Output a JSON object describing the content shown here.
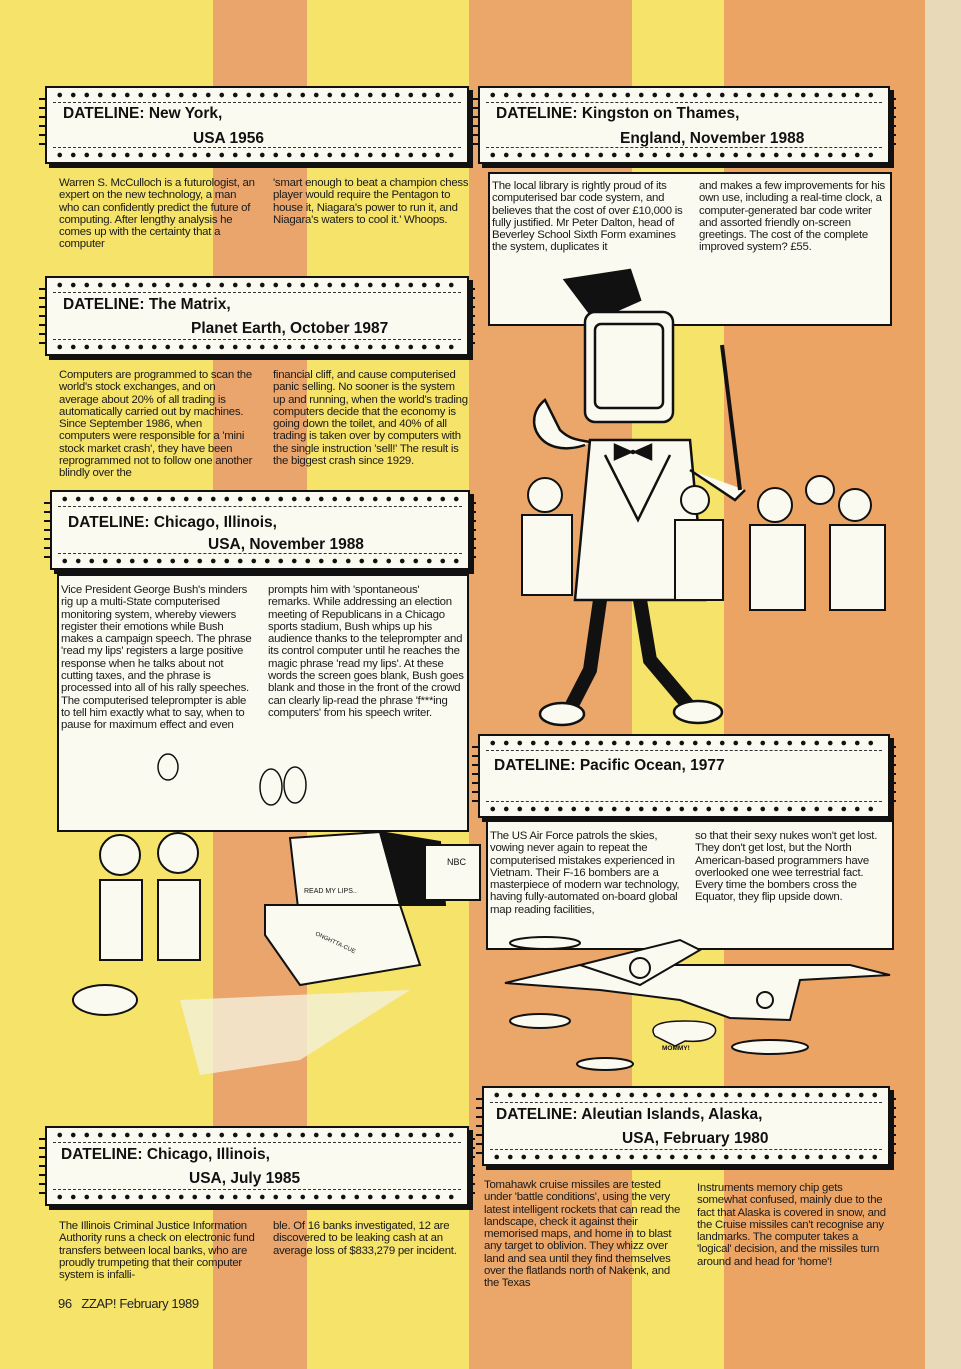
{
  "articles": [
    {
      "id": "new-york",
      "dateline_1": "DATELINE: New York,",
      "dateline_2": "USA 1956",
      "col1": "Warren S. McCulloch is a futurologist, an expert on the new technology, a man who can confidently predict the future of computing. After lengthy analysis he comes up with the certainty that a computer",
      "col2": "'smart enough to beat a champion chess player would require the Pentagon to house it, Niagara's power to run it, and Niagara's waters to cool it.' Whoops."
    },
    {
      "id": "kingston",
      "dateline_1": "DATELINE: Kingston on Thames,",
      "dateline_2": "England, November 1988",
      "col1": "The local library is rightly proud of its computerised bar code system, and believes that the cost of over £10,000 is fully justified. Mr Peter Dalton, head of Beverley School Sixth Form examines the system, duplicates it",
      "col2": "and makes a few improvements for his own use, including a real-time clock, a computer-generated bar code writer and assorted friendly on-screen greetings. The cost of the complete improved system? £55."
    },
    {
      "id": "matrix",
      "dateline_1": "DATELINE: The Matrix,",
      "dateline_2": "Planet Earth, October 1987",
      "col1": "Computers are programmed to scan the world's stock exchanges, and on average about 20% of all trading is automatically carried out by machines. Since September 1986, when computers were responsible for a 'mini stock market crash', they have been reprogrammed not to follow one another blindly over the",
      "col2": "financial cliff, and cause computerised panic selling. No sooner is the system up and running, when the world's trading computers decide that the economy is going down the toilet, and 40% of all trading is taken over by computers with the single instruction 'sell!' The result is the biggest crash since 1929."
    },
    {
      "id": "chicago-1988",
      "dateline_1": "DATELINE: Chicago, Illinois,",
      "dateline_2": "USA, November 1988",
      "col1": "Vice President George Bush's minders rig up a multi-State computerised monitoring system, whereby viewers register their emotions while Bush makes a campaign speech. The phrase 'read my lips' registers a large positive response when he talks about not cutting taxes, and the phrase is processed into all of his rally speeches. The computerised teleprompter is able to tell him exactly what to say, when to pause for maximum effect and even",
      "col2": "prompts him with 'spontaneous' remarks. While addressing an election meeting of Republicans in a Chicago sports stadium, Bush whips up his audience thanks to the teleprompter and its control computer until he reaches the magic phrase 'read my lips'. At these words the screen goes blank, Bush goes blank and those in the front of the crowd can clearly lip-read the phrase 'f***ing computers' from his speech writer."
    },
    {
      "id": "pacific",
      "dateline_1": "DATELINE: Pacific Ocean, 1977",
      "dateline_2": "",
      "col1": "The US Air Force patrols the skies, vowing never again to repeat the computerised mistakes experienced in Vietnam. Their F-16 bombers are a masterpiece of modern war technology, having fully-automated on-board global map reading facilities,",
      "col2": "so that their sexy nukes won't get lost. They don't get lost, but the North American-based programmers have overlooked one wee terrestrial fact. Every time the bombers cross the Equator, they flip upside down."
    },
    {
      "id": "aleutian",
      "dateline_1": "DATELINE: Aleutian Islands, Alaska,",
      "dateline_2": "USA, February 1980",
      "col1": "Tomahawk cruise missiles are tested under 'battle conditions', using the very latest intelligent rockets that can read the landscape, check it against their memorised maps, and home in to blast any target to oblivion. They whizz over land and sea until they find themselves over the flatlands north of Nakenk, and the Texas",
      "col2": "Instruments memory chip gets somewhat confused, mainly due to the fact that Alaska is covered in snow, and the Cruise missiles can't recognise any landmarks. The computer takes a 'logical' decision, and the missiles turn around and head for 'home'!"
    },
    {
      "id": "chicago-1985",
      "dateline_1": "DATELINE: Chicago, Illinois,",
      "dateline_2": "USA, July 1985",
      "col1": "The Illinois Criminal Justice Information Authority runs a check on electronic fund transfers between local banks, who are proudly trumpeting that their computer system is infalli-",
      "col2": "ble. Of 16 banks investigated, 12 are discovered to be leaking cash at an average loss of $833,279 per incident."
    }
  ],
  "illustrations": {
    "teleprompter_screen": "READ MY LIPS..",
    "teleprompter_brand": "ONGHTTA-CUE",
    "camera_label": "NBC",
    "speech_bubble": "MOMMY!"
  },
  "footer": {
    "page": "96",
    "magazine": "ZZAP! February 1989"
  },
  "colors": {
    "yellow": "#f6e36a",
    "orange": "#e9a56c",
    "paper": "#fbfaf1",
    "ink": "#111111"
  }
}
